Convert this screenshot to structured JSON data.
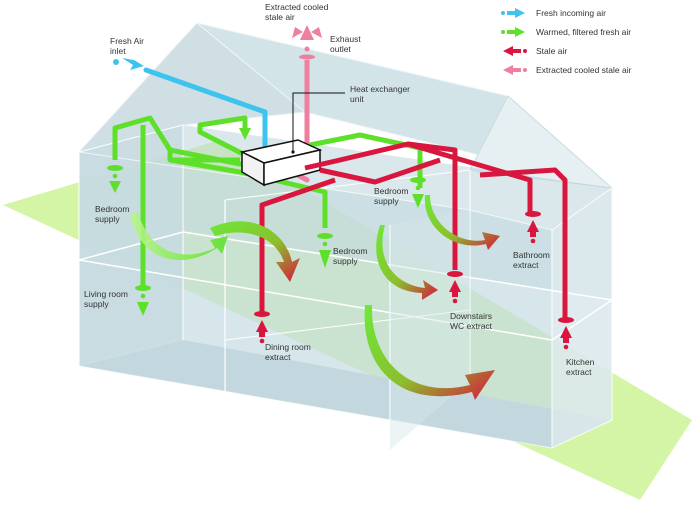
{
  "colors": {
    "fresh_incoming": "#3cc3ee",
    "warmed_fresh": "#5ee02a",
    "stale": "#d9163e",
    "extracted_cooled": "#ef7f9e",
    "ground": "#d4f5a6",
    "house_glass": "#c9dde3"
  },
  "legend": [
    {
      "key": "fresh_incoming",
      "label": "Fresh incoming air",
      "icon": "right-arrow-icon"
    },
    {
      "key": "warmed_fresh",
      "label": "Warmed, filtered fresh air",
      "icon": "right-arrow-icon"
    },
    {
      "key": "stale",
      "label": "Stale air",
      "icon": "left-arrow-icon"
    },
    {
      "key": "extracted_cooled",
      "label": "Extracted cooled stale air",
      "icon": "left-arrow-icon"
    }
  ],
  "labels": {
    "extracted_cooled_stale_air": "Extracted cooled\nstale air",
    "exhaust_outlet": "Exhaust\noutlet",
    "fresh_air_inlet": "Fresh Air\ninlet",
    "heat_exchanger": "Heat exchanger\nunit",
    "bedroom_supply_left": "Bedroom\nsupply",
    "bedroom_supply_middle": "Bedroom\nsupply",
    "bedroom_supply_right": "Bedroom\nsupply",
    "living_room_supply": "Living room\nsupply",
    "dining_room_extract": "Dining room\nextract",
    "downstairs_wc_extract": "Downstairs\nWC extract",
    "bathroom_extract": "Bathroom\nextract",
    "kitchen_extract": "Kitchen\nextract"
  }
}
